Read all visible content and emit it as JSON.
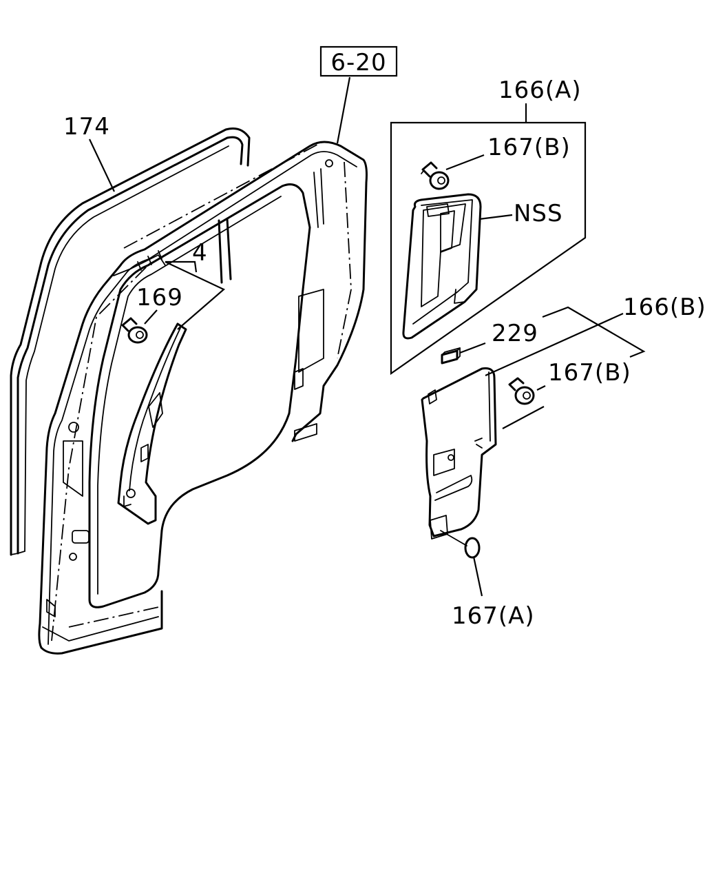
{
  "callouts": {
    "ref_box": "6-20",
    "weatherstrip": "174",
    "trim_panel": "4",
    "clip_169": "169",
    "upper_trim_assy": "166(A)",
    "upper_clip": "167(B)",
    "nss": "NSS",
    "tape": "229",
    "lower_trim_assy": "166(B)",
    "lower_clip": "167(B)",
    "bottom_clip": "167(A)"
  },
  "colors": {
    "line": "#000000",
    "background": "#ffffff"
  }
}
